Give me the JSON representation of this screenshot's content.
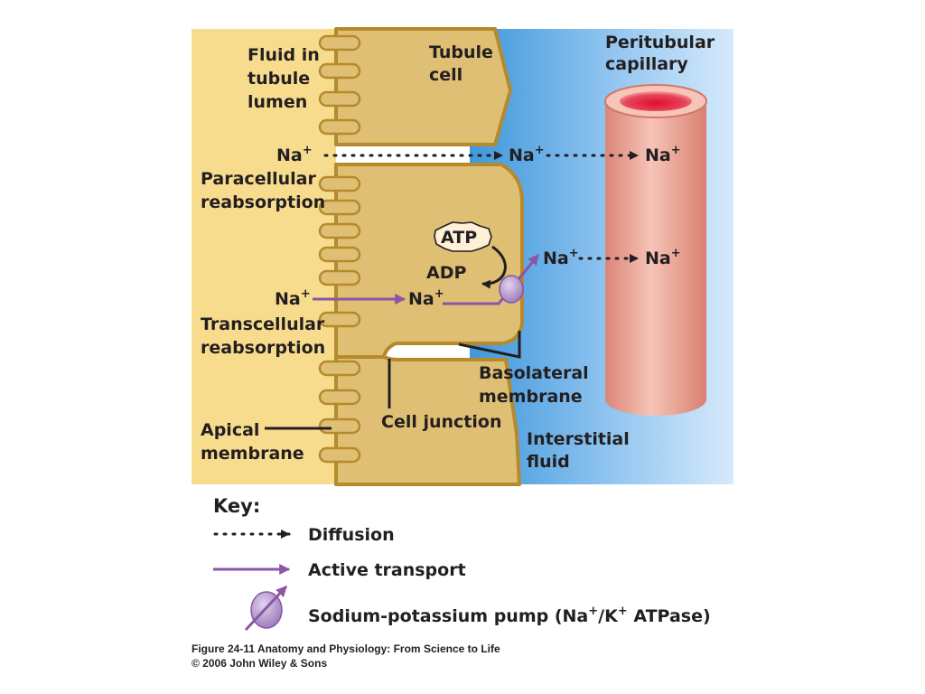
{
  "labels": {
    "fluid_lumen": [
      "Fluid in",
      "tubule",
      "lumen"
    ],
    "tubule_cell": [
      "Tubule",
      "cell"
    ],
    "capillary": [
      "Peritubular",
      "capillary"
    ],
    "paracellular": [
      "Paracellular",
      "reabsorption"
    ],
    "transcellular": [
      "Transcellular",
      "reabsorption"
    ],
    "atp": "ATP",
    "adp": "ADP",
    "basolateral": [
      "Basolateral",
      "membrane"
    ],
    "cell_junction": "Cell junction",
    "apical": [
      "Apical",
      "membrane"
    ],
    "interstitial": [
      "Interstitial",
      "fluid"
    ]
  },
  "sodium": {
    "symbol": "Na",
    "charge": "+"
  },
  "key": {
    "title": "Key:",
    "diffusion": "Diffusion",
    "active": "Active transport",
    "pump_prefix": "Sodium-potassium pump (Na",
    "pump_mid": "/K",
    "pump_suffix": " ATPase)"
  },
  "caption": {
    "line1": "Figure 24-11  Anatomy and Physiology: From Science to Life",
    "line2": "© 2006 John Wiley & Sons"
  },
  "colors": {
    "lumen": "#f8dc8e",
    "cell": "#dfbf74",
    "membrane": "#b48a2c",
    "interstitial_dark": "#4da0e0",
    "interstitial_light": "#d3e8fb",
    "capillary": "#e9a091",
    "capillary_inner": "#e4283c",
    "active_transport": "#8a56a6",
    "pump": "#b497c8",
    "text": "#231f20"
  }
}
